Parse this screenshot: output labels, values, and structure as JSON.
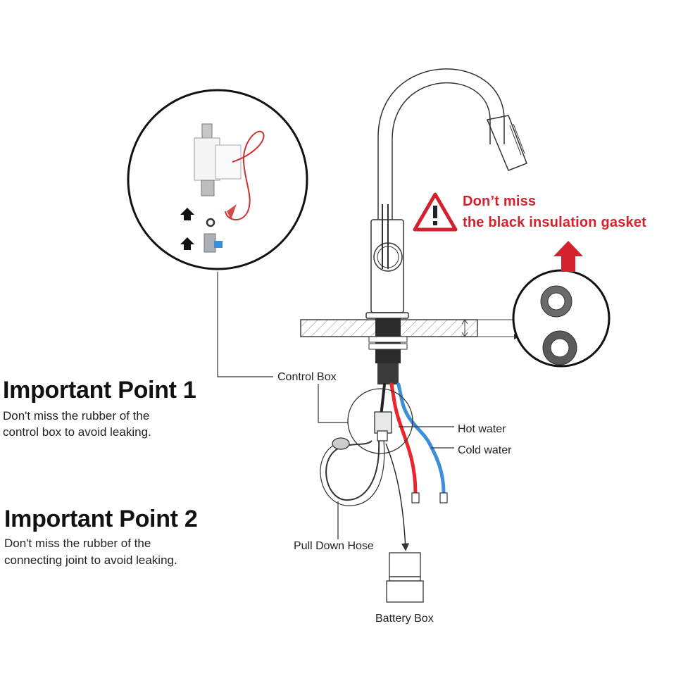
{
  "point1": {
    "title": "Important Point 1",
    "lines": [
      "Don't miss the rubber of the",
      "control box to avoid leaking."
    ]
  },
  "point2": {
    "title": "Important Point 2",
    "lines": [
      "Don't miss the rubber of the",
      "connecting joint to avoid leaking."
    ]
  },
  "warning": {
    "lines": [
      "Don’t miss",
      "the black insulation gasket"
    ],
    "icon": "warning-triangle-icon"
  },
  "labels": {
    "control_box": "Control Box",
    "hot_water": "Hot water",
    "cold_water": "Cold water",
    "pull_down_hose": "Pull Down Hose",
    "battery_box": "Battery Box"
  },
  "colors": {
    "warning_red": "#d3222d",
    "hot": "#e8262b",
    "cold": "#3b8fd9",
    "line": "#333333",
    "gasket": "#5a5a5a"
  }
}
